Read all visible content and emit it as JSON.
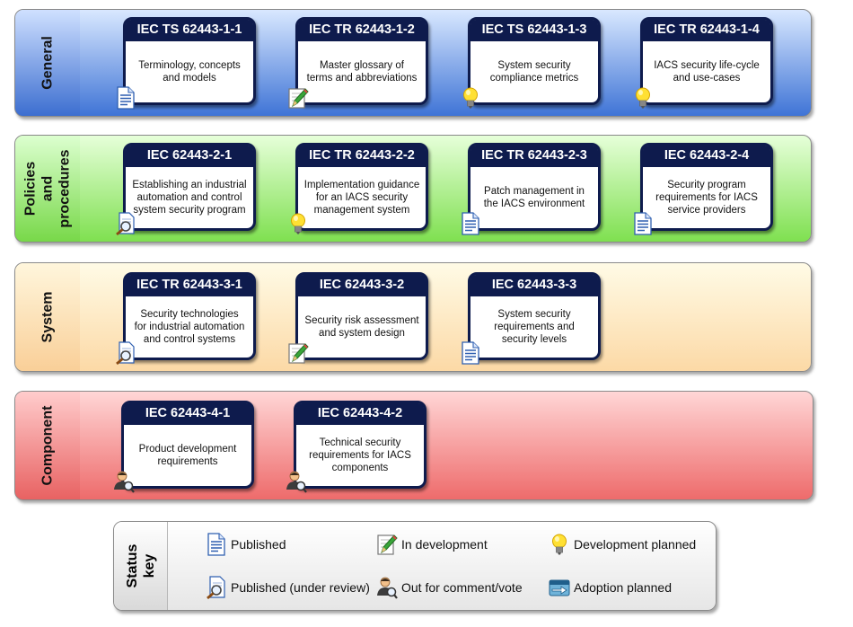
{
  "bands": [
    {
      "label": "General",
      "cards": [
        {
          "title": "IEC TS 62443-1-1",
          "desc": "Terminology, concepts\nand models",
          "status_icon": "published-icon"
        },
        {
          "title": "IEC TR 62443-1-2",
          "desc": "Master glossary of\nterms and abbreviations",
          "status_icon": "in-development-icon"
        },
        {
          "title": "IEC TS 62443-1-3",
          "desc": "System security\ncompliance metrics",
          "status_icon": "development-planned-icon"
        },
        {
          "title": "IEC TR 62443-1-4",
          "desc": "IACS security life-cycle\nand use-cases",
          "status_icon": "development-planned-icon"
        }
      ]
    },
    {
      "label": "Policies and\nprocedures",
      "cards": [
        {
          "title": "IEC 62443-2-1",
          "desc": "Establishing an industrial\nautomation and control\nsystem security program",
          "status_icon": "published-under-review-icon"
        },
        {
          "title": "IEC TR 62443-2-2",
          "desc": "Implementation guidance\nfor an IACS security\nmanagement system",
          "status_icon": "development-planned-icon"
        },
        {
          "title": "IEC TR 62443-2-3",
          "desc": "Patch management in\nthe IACS environment",
          "status_icon": "published-icon"
        },
        {
          "title": "IEC 62443-2-4",
          "desc": "Security program\nrequirements for IACS\nservice providers",
          "status_icon": "published-icon"
        }
      ]
    },
    {
      "label": "System",
      "cards": [
        {
          "title": "IEC TR 62443-3-1",
          "desc": "Security technologies\nfor industrial automation\nand control systems",
          "status_icon": "published-under-review-icon"
        },
        {
          "title": "IEC 62443-3-2",
          "desc": "Security risk assessment\nand system design",
          "status_icon": "in-development-icon"
        },
        {
          "title": "IEC 62443-3-3",
          "desc": "System security\nrequirements and\nsecurity levels",
          "status_icon": "published-icon"
        }
      ]
    },
    {
      "label": "Component",
      "cards": [
        {
          "title": "IEC 62443-4-1",
          "desc": "Product development\nrequirements",
          "status_icon": "out-for-comment-icon"
        },
        {
          "title": "IEC 62443-4-2",
          "desc": "Technical security\nrequirements for IACS\ncomponents",
          "status_icon": "out-for-comment-icon"
        }
      ]
    }
  ],
  "legend": {
    "title": "Status\nkey",
    "items": [
      {
        "label": "Published",
        "icon": "published-icon"
      },
      {
        "label": "In development",
        "icon": "in-development-icon"
      },
      {
        "label": "Development planned",
        "icon": "development-planned-icon"
      },
      {
        "label": "Published (under review)",
        "icon": "published-under-review-icon"
      },
      {
        "label": "Out for comment/vote",
        "icon": "out-for-comment-icon"
      },
      {
        "label": "Adoption planned",
        "icon": "adoption-planned-icon"
      }
    ]
  },
  "colors": {
    "card_header": "#0e1b4d",
    "general": "#3f74d6",
    "policies": "#7fe050",
    "system": "#fcd9a6",
    "component": "#ee6b6b"
  }
}
